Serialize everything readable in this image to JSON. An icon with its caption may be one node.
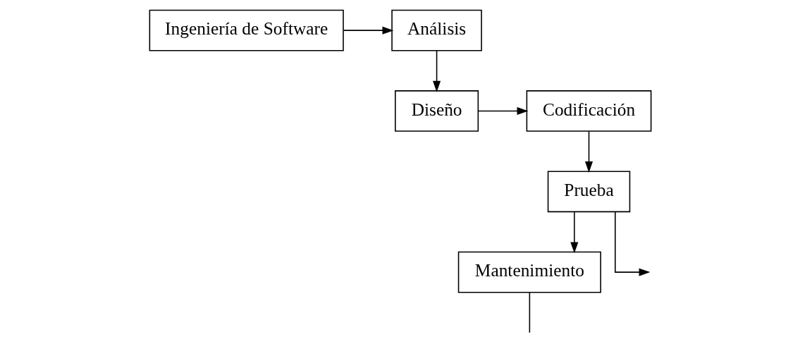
{
  "diagram": {
    "nodes": [
      {
        "text": [
          "Ingeniería de Software"
        ]
      },
      {
        "text": [
          "Análisis"
        ]
      },
      {
        "text": [
          "Diseño"
        ]
      },
      {
        "text": [
          "Codificación"
        ]
      },
      {
        "text": [
          "Prueba"
        ]
      },
      {
        "text": [
          "Mantenimiento"
        ]
      }
    ],
    "edges": [
      {
        "from": 0,
        "to": 1,
        "arrow": "to"
      },
      {
        "from": 1,
        "to": 2,
        "arrow": "to"
      },
      {
        "from": 2,
        "to": 3,
        "arrow": "to"
      },
      {
        "from": 3,
        "to": 4,
        "arrow": "to"
      },
      {
        "from": 4,
        "to": 5,
        "arrow": "to"
      },
      {
        "from": 4,
        "to": null,
        "arrow": "to"
      },
      {
        "from": 5,
        "to": null,
        "arrow": "none"
      }
    ]
  }
}
